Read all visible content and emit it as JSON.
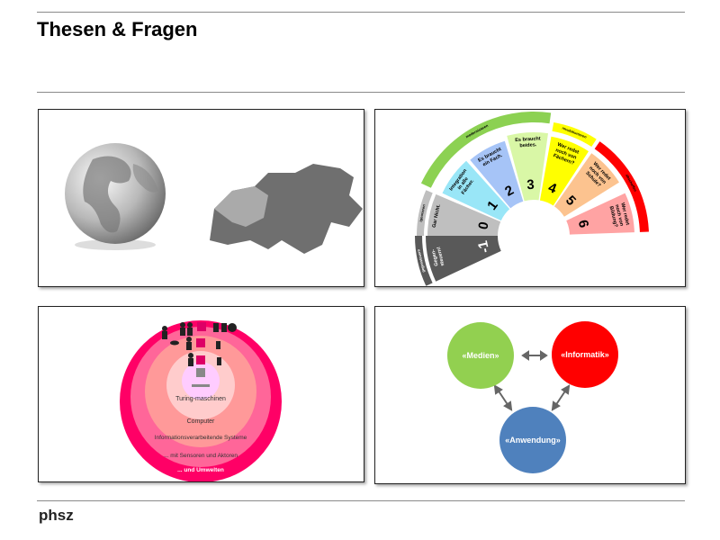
{
  "slide": {
    "title": "Thesen & Fragen",
    "logo": "phsz"
  },
  "panel_globe": {
    "icons": [
      "globe-icon",
      "switzerland-map-icon"
    ]
  },
  "panel_scale": {
    "segments": [
      {
        "num": "-1",
        "text": "Gegen-steuern!",
        "color": "#595959"
      },
      {
        "num": "0",
        "text": "Gar Nicht.",
        "color": "#bfbfbf"
      },
      {
        "num": "1",
        "text": "Integration in alle Fächer.",
        "color": "#99e6f7"
      },
      {
        "num": "2",
        "text": "Es braucht ein Fach.",
        "color": "#a6c4f7"
      },
      {
        "num": "3",
        "text": "Es braucht beides.",
        "color": "#d9f7a6"
      },
      {
        "num": "4",
        "text": "Wer redet noch von Fächern?",
        "color": "#ffff00"
      },
      {
        "num": "5",
        "text": "Wer redet noch von Schule?",
        "color": "#fcc38f"
      },
      {
        "num": "6",
        "text": "Wer redet noch von Bildung?",
        "color": "#ffa3a3"
      }
    ],
    "bands": [
      {
        "label": "gegensteuern",
        "color": "#595959"
      },
      {
        "label": "ignorieren",
        "color": "#bfbfbf"
      },
      {
        "label": "modernisieren",
        "color": "#8cd152"
      },
      {
        "label": "revolutionieren",
        "color": "#ffff00"
      },
      {
        "label": "abschaffen",
        "color": "#ff0000"
      }
    ]
  },
  "panel_circles": {
    "rings": [
      "Turing-maschinen",
      "Computer",
      "Informationsverarbeitende Systeme",
      "... mit Sensoren und Aktoren",
      "... und Umwelten"
    ]
  },
  "panel_venn": {
    "nodes": [
      {
        "label": "«Medien»",
        "color": "#92d050"
      },
      {
        "label": "«Informatik»",
        "color": "#ff0000"
      },
      {
        "label": "«Anwendung»",
        "color": "#4f81bd"
      }
    ]
  }
}
